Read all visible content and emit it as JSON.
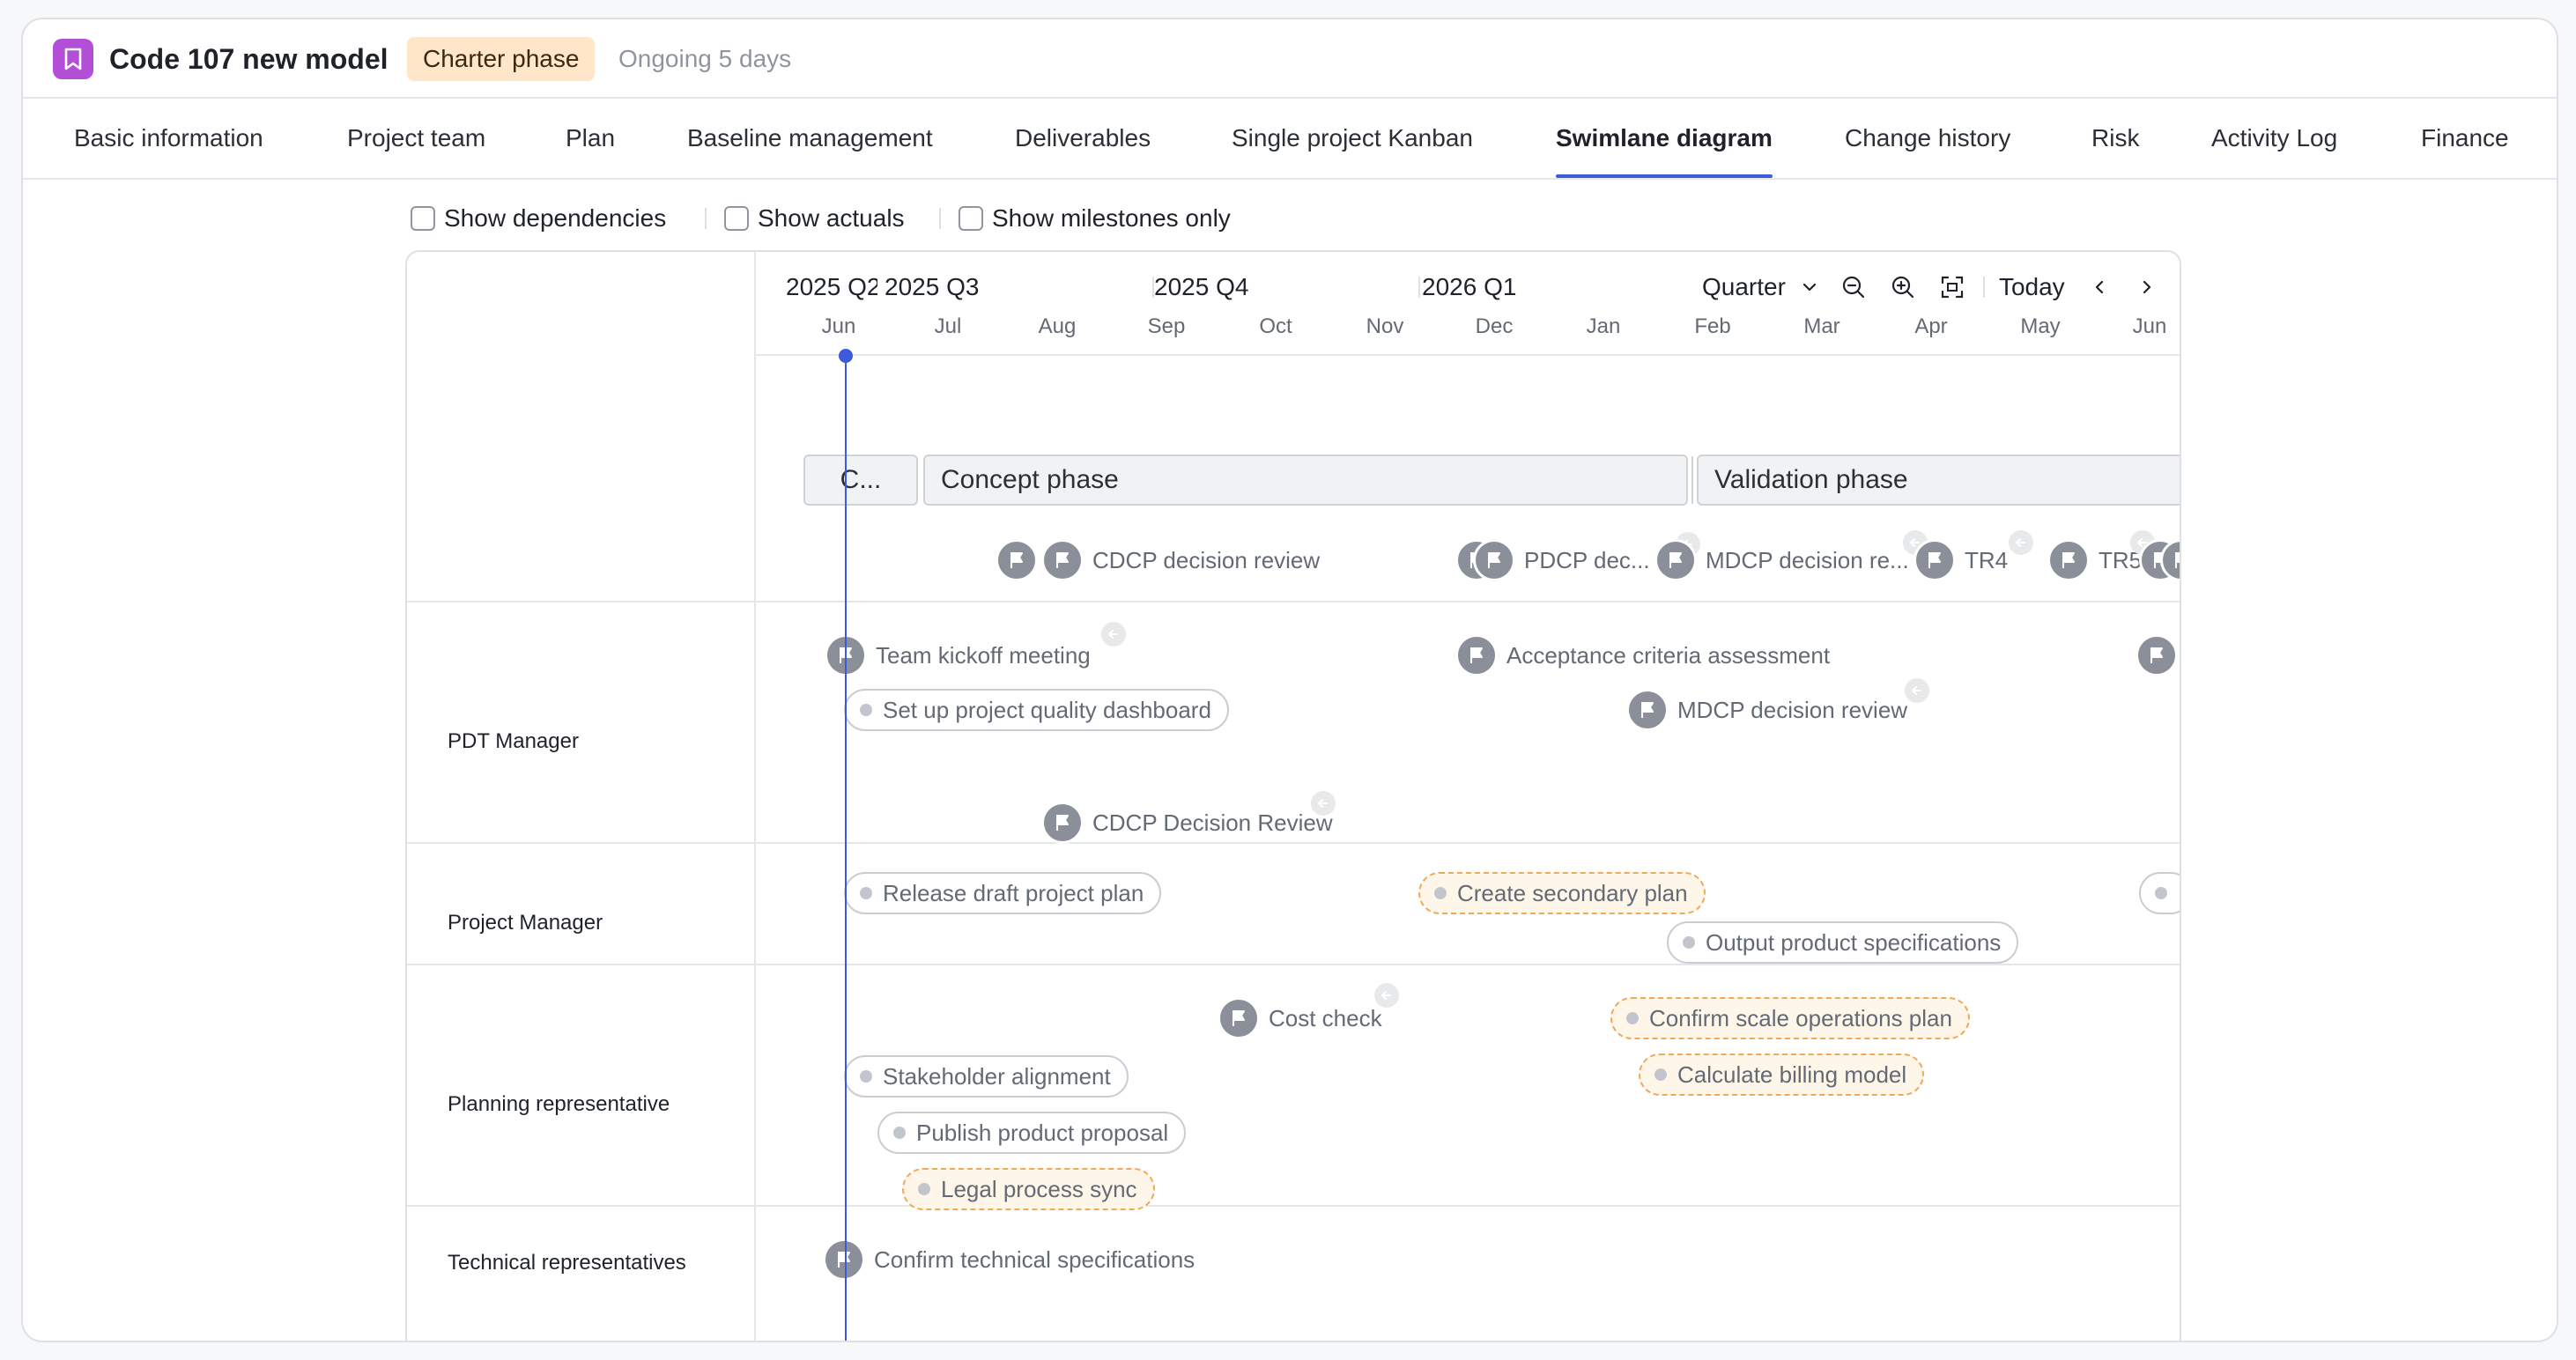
{
  "header": {
    "title": "Code 107 new model",
    "phase_badge": "Charter phase",
    "status": "Ongoing 5 days",
    "app_icon": "bookmark-icon",
    "accent_color": "#b34fd6"
  },
  "tabs": [
    {
      "label": "Basic information"
    },
    {
      "label": "Project team"
    },
    {
      "label": "Plan"
    },
    {
      "label": "Baseline management"
    },
    {
      "label": "Deliverables"
    },
    {
      "label": "Single project Kanban"
    },
    {
      "label": "Swimlane diagram",
      "active": true
    },
    {
      "label": "Change history"
    },
    {
      "label": "Risk"
    },
    {
      "label": "Activity Log"
    },
    {
      "label": "Finance"
    }
  ],
  "options": {
    "show_dependencies": "Show dependencies",
    "show_actuals": "Show actuals",
    "show_milestones_only": "Show milestones only"
  },
  "timeline": {
    "quarters": [
      "2025 Q2",
      "2025 Q3",
      "2025 Q4",
      "2026 Q1"
    ],
    "months": [
      "Jun",
      "Jul",
      "Aug",
      "Sep",
      "Oct",
      "Nov",
      "Dec",
      "Jan",
      "Feb",
      "Mar",
      "Apr",
      "May",
      "Jun"
    ],
    "scale": "Quarter",
    "today": "Today",
    "today_color": "#3b5bdb"
  },
  "phases": {
    "charter": "C...",
    "concept": "Concept phase",
    "validation": "Validation phase"
  },
  "phase_milestones": {
    "cdcp": "CDCP decision review",
    "pdcp": "PDCP dec...",
    "mdcp": "MDCP decision re...",
    "tr4": "TR4",
    "tr5": "TR5"
  },
  "lanes": {
    "pdt_manager": {
      "label": "PDT Manager",
      "team_kickoff": "Team kickoff meeting",
      "acceptance": "Acceptance criteria assessment",
      "quality_dashboard": "Set up project quality dashboard",
      "mdcp_review": "MDCP decision review",
      "cdcp_review": "CDCP Decision Review"
    },
    "project_manager": {
      "label": "Project Manager",
      "release_plan": "Release draft project plan",
      "secondary_plan": "Create secondary plan",
      "output_specs": "Output product specifications"
    },
    "planning_rep": {
      "label": "Planning representative",
      "cost_check": "Cost check",
      "scale_ops": "Confirm scale operations plan",
      "billing_model": "Calculate billing model",
      "stakeholder": "Stakeholder alignment",
      "product_proposal": "Publish product proposal",
      "legal_sync": "Legal process sync"
    },
    "technical_reps": {
      "label": "Technical representatives",
      "tech_specs": "Confirm technical specifications"
    }
  },
  "colors": {
    "active_tab": "#3b5bdb",
    "phase_badge_bg": "#ffe6c9",
    "warning_border": "#f0a958",
    "milestone_flag": "#8a8f99"
  }
}
